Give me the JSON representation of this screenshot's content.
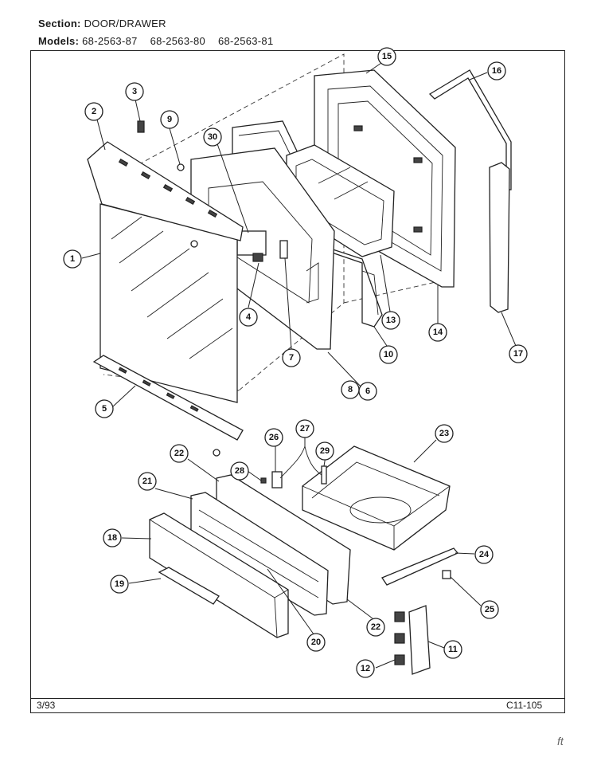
{
  "header": {
    "section_label": "Section:",
    "section_value": "DOOR/DRAWER",
    "models_label": "Models:",
    "models": [
      "68-2563-87",
      "68-2563-80",
      "68-2563-81"
    ]
  },
  "footer": {
    "date": "3/93",
    "code": "C11-105"
  },
  "callouts": [
    "1",
    "2",
    "3",
    "4",
    "5",
    "6",
    "7",
    "8",
    "9",
    "10",
    "11",
    "12",
    "13",
    "14",
    "15",
    "16",
    "17",
    "18",
    "19",
    "20",
    "21",
    "22",
    "23",
    "24",
    "25",
    "26",
    "27",
    "28",
    "29",
    "30"
  ],
  "marginal_mark": "ft"
}
